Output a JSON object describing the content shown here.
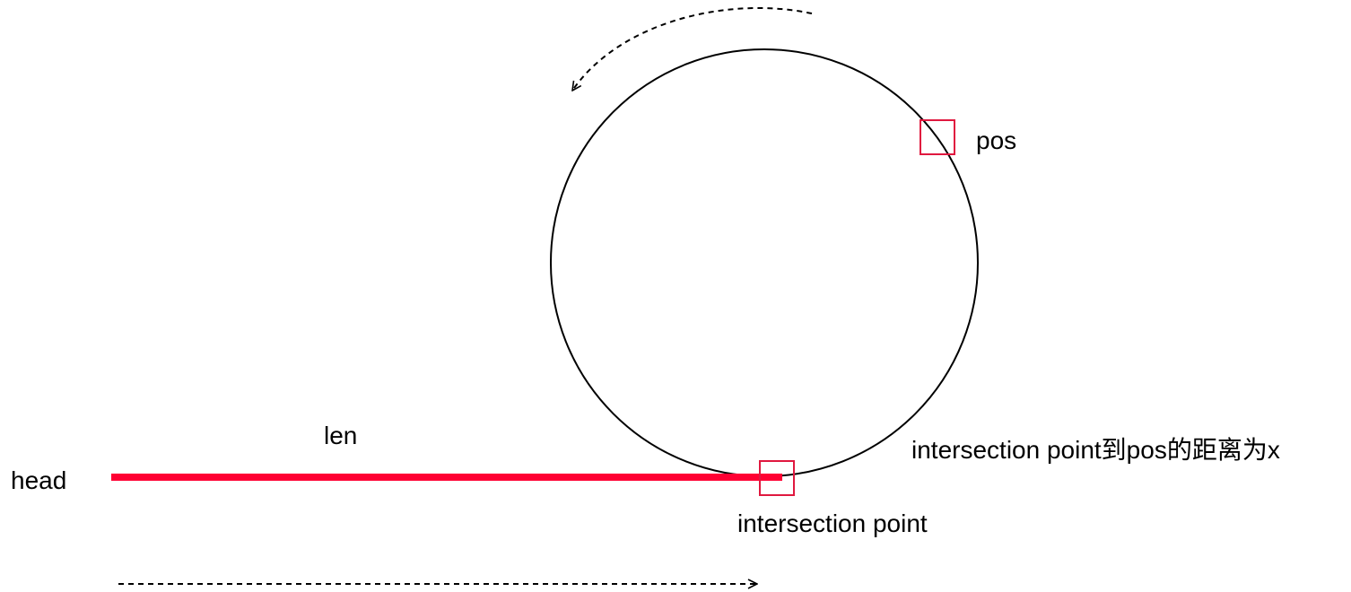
{
  "labels": {
    "head": "head",
    "len": "len",
    "pos": "pos",
    "intersection_point": "intersection point",
    "distance_note": "intersection point到pos的距离为x"
  },
  "colors": {
    "path_line": "#ff0033",
    "marker_box": "#e0183f",
    "stroke": "#000000"
  },
  "arrows": {
    "linear_direction": "right",
    "loop_direction": "counterclockwise"
  }
}
